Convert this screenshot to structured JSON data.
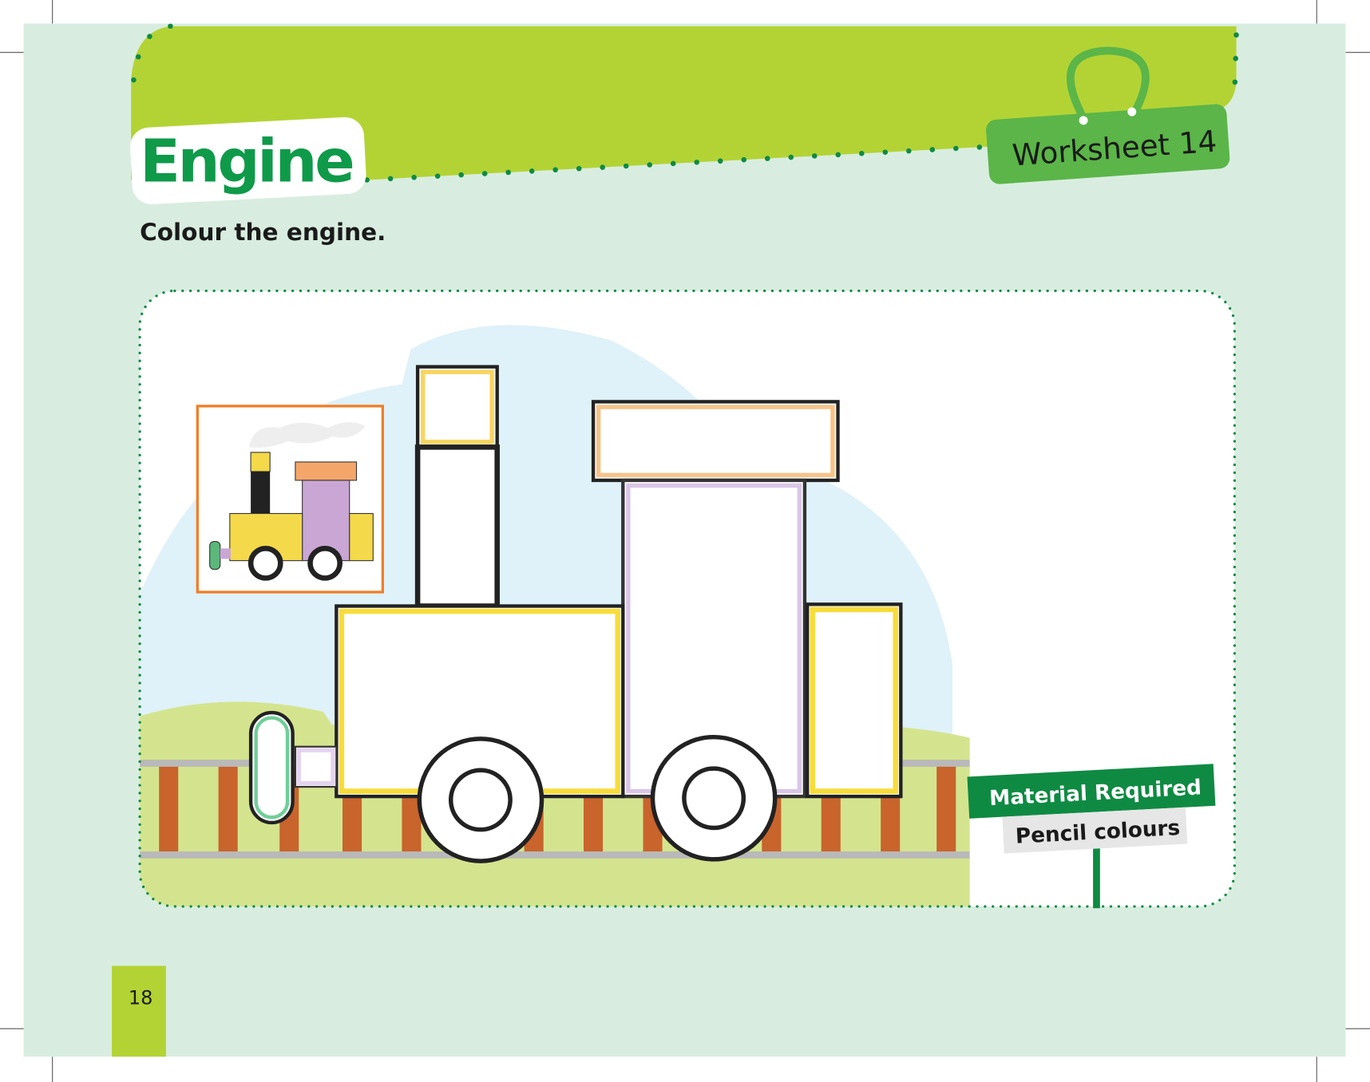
{
  "title": "Engine",
  "worksheet_label": "Worksheet 14",
  "instruction": "Colour the engine.",
  "material": {
    "heading": "Material Required",
    "item": "Pencil colours"
  },
  "page_number": "18",
  "colors": {
    "page_bg": "#d8ede0",
    "banner": "#b3d334",
    "title_green": "#0f9a4a",
    "tag_green": "#5bb548",
    "sign_green": "#0f8a43",
    "sky": "#dff1f9",
    "grass": "#d4e48e",
    "sleeper": "#c8642c"
  }
}
